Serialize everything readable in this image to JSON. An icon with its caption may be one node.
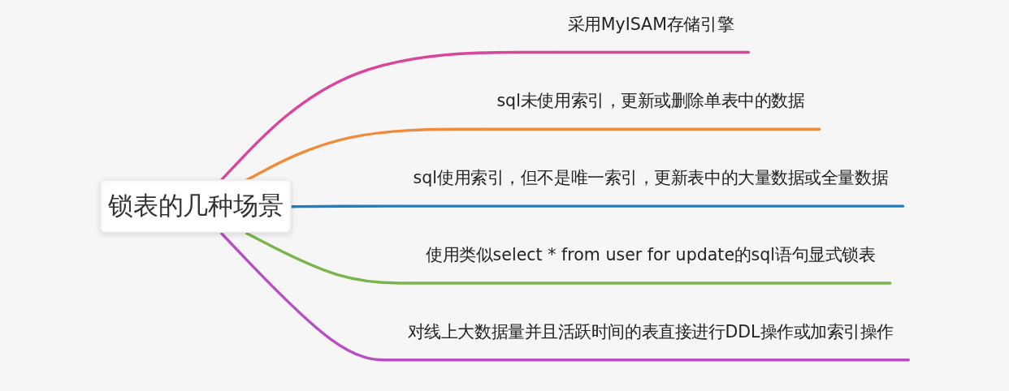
{
  "diagram": {
    "nodes": [
      {
        "text": [
          "锁表的几种场景"
        ]
      },
      {
        "text": [
          "采用MyISAM存储引擎"
        ]
      },
      {
        "text": [
          "sql未使用索引，更新或删除单表中的数据"
        ]
      },
      {
        "text": [
          "sql使用索引，但不是唯一索引，更新表中的大量数据或全量数据"
        ]
      },
      {
        "text": [
          "使用类似select * from user for update的sql语句显式锁表"
        ]
      },
      {
        "text": [
          "对线上大数据量并且活跃时间的表直接进行DDL操作或加索引操作"
        ]
      }
    ],
    "edges": [
      {
        "from": 0,
        "to": 1,
        "arrow": "none",
        "color": "#d9459b"
      },
      {
        "from": 0,
        "to": 2,
        "arrow": "none",
        "color": "#ef8c3c"
      },
      {
        "from": 0,
        "to": 3,
        "arrow": "none",
        "color": "#1f7dc1"
      },
      {
        "from": 0,
        "to": 4,
        "arrow": "none",
        "color": "#7ab54a"
      },
      {
        "from": 0,
        "to": 5,
        "arrow": "none",
        "color": "#b84ec4"
      }
    ]
  }
}
